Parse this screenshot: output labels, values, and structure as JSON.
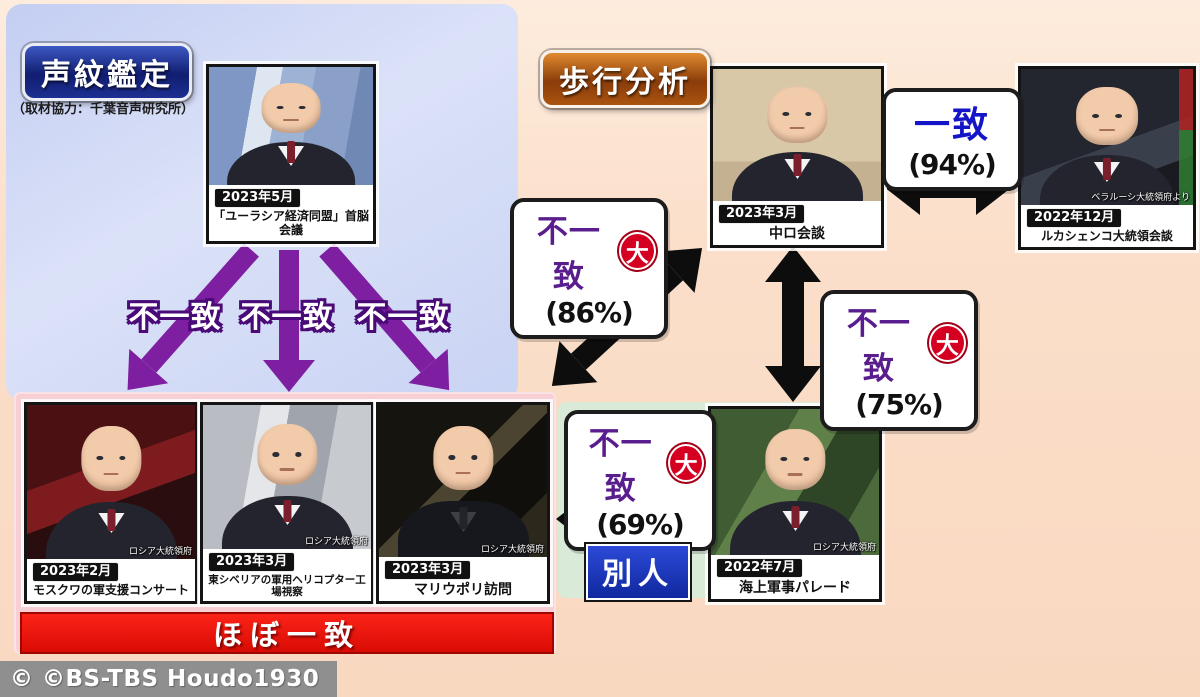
{
  "voice": {
    "badge": "声紋鑑定",
    "credit": "（取材協力：千葉音声研究所）",
    "source_photo": {
      "date": "2023年5月",
      "caption": "「ユーラシア経済同盟」首脳会議"
    },
    "arrow_labels": [
      "不一致",
      "不一致",
      "不一致"
    ],
    "photos": [
      {
        "date": "2023年2月",
        "caption": "モスクワの軍支援コンサート",
        "watermark": "ロシア大統領府"
      },
      {
        "date": "2023年3月",
        "caption": "東シベリアの軍用ヘリコプター工場視察",
        "watermark": "ロシア大統領府"
      },
      {
        "date": "2023年3月",
        "caption": "マリウポリ訪問",
        "watermark": "ロシア大統領府"
      }
    ],
    "banner": "ほぼ一致"
  },
  "gait": {
    "badge": "歩行分析",
    "match_94": {
      "label": "一致",
      "pct": "(94%)"
    },
    "mismatch_86": {
      "label": "不一致",
      "big": "大",
      "pct": "(86%)"
    },
    "mismatch_75": {
      "label": "不一致",
      "big": "大",
      "pct": "(75%)"
    },
    "mismatch_69": {
      "label": "不一致",
      "big": "大",
      "pct": "(69%)"
    },
    "different_person": "別人",
    "photo_meeting": {
      "date": "2023年3月",
      "caption": "中ロ会談"
    },
    "photo_lukashenko": {
      "date": "2022年12月",
      "caption": "ルカシェンコ大統領会談",
      "watermark": "ベラルーシ大統領府より"
    },
    "photo_parade": {
      "date": "2022年7月",
      "caption": "海上軍事パレード",
      "watermark": "ロシア大統領府"
    }
  },
  "footer": {
    "copyright": "© ©BS-TBS Houdo1930"
  },
  "colors": {
    "mismatch_purple": "#7d1fa0",
    "match_blue": "#1515c8",
    "big_red": "#d50021",
    "banner_red": "#e8150c",
    "different_blue": "#1536c8",
    "voice_badge_blue": "#13227d",
    "gait_badge_orange": "#a04a10",
    "voice_panel_blue": "#cdd6f4",
    "gait_bg_peach": "#fbdfca",
    "near_match_pink": "#f7cfd5",
    "gait_pair_green": "#d9ead9"
  }
}
